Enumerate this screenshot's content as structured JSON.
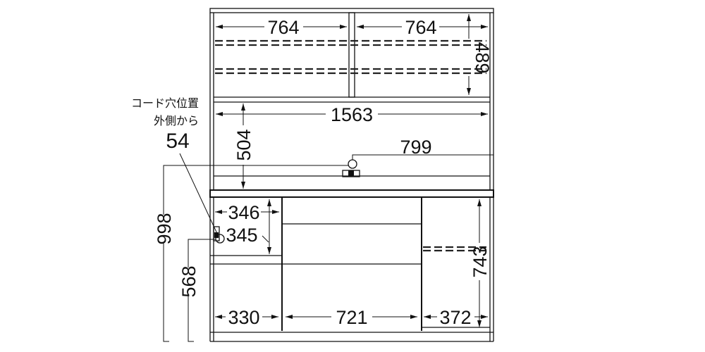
{
  "labels": {
    "cord_hole_line1": "コード穴位置",
    "cord_hole_line2": "外側から",
    "cord_hole_offset": "54"
  },
  "dimensions": {
    "upper_left_width": "764",
    "upper_right_width": "764",
    "upper_height": "489",
    "hutch_width": "1563",
    "hutch_height": "504",
    "cord_hole_position": "799",
    "total_height": "998",
    "cord_hole_height": "568",
    "left_box_width": "346",
    "left_box_height": "345",
    "left_lower_width": "330",
    "middle_width": "721",
    "right_width": "372",
    "right_height": "743"
  }
}
